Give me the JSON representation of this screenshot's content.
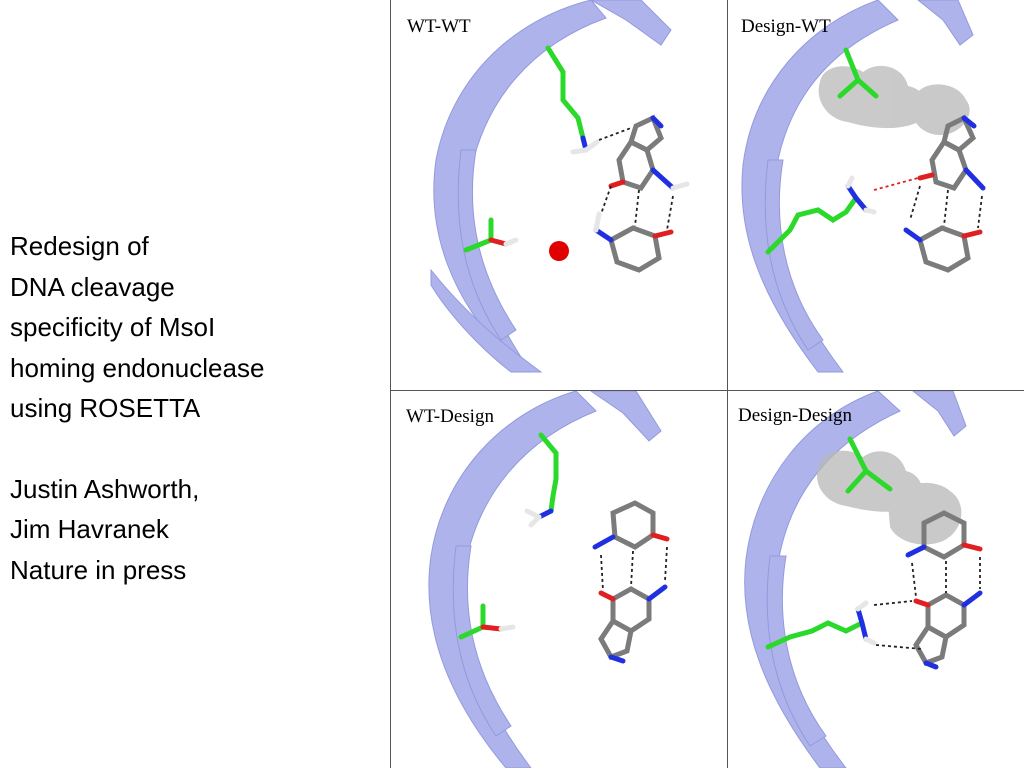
{
  "description": {
    "lines": [
      "Redesign of",
      "DNA cleavage",
      "specificity of MsoI",
      "homing endonuclease",
      "using ROSETTA"
    ],
    "authors": [
      "Justin Ashworth,",
      "Jim Havranek"
    ],
    "status": "Nature in press"
  },
  "panels": {
    "top_left": {
      "label": "WT-WT"
    },
    "top_right": {
      "label": "Design-WT"
    },
    "bottom_left": {
      "label": "WT-Design"
    },
    "bottom_right": {
      "label": "Design-Design"
    }
  },
  "colors": {
    "ribbon": "#aab0ea",
    "ribbon_edge": "#8d95dc",
    "carbon_green": "#2ad92a",
    "carbon_gray": "#7b7b7b",
    "nitrogen": "#2030e0",
    "oxygen": "#e02020",
    "hydrogen": "#e6e6e6",
    "water": "#e00000",
    "surface": "#b8b8b8",
    "hbond": "#222222",
    "clash": "#e02020"
  }
}
